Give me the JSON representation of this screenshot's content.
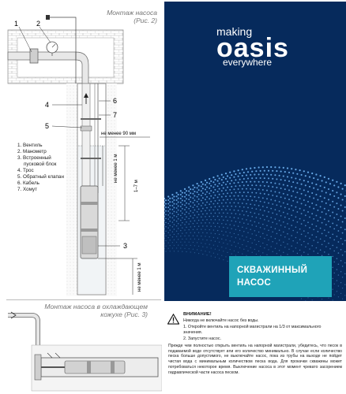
{
  "figure2": {
    "caption_line1": "Монтаж насоса",
    "caption_line2": "(Рис. 2)",
    "callouts": [
      "1",
      "2",
      "3",
      "4",
      "5",
      "6",
      "7"
    ],
    "dim_90": "не менее 90 мм",
    "dim_1m_inner": "не менее 1 м",
    "dim_1_7m": "1–7 м",
    "dim_1m_bottom": "не менее 1 м"
  },
  "legend": [
    "1. Вентиль",
    "2. Манометр",
    "3. Встроенный",
    "пусковой блок",
    "4. Трос",
    "5. Обратный клапан",
    "6. Кабель",
    "7. Хомут"
  ],
  "figure3": {
    "caption_line1": "Монтаж насоса в охлаждающем",
    "caption_line2": "кожухе (Рис. 3)"
  },
  "cover": {
    "brand_line1": "making",
    "brand_line2": "oasis",
    "brand_line3": "everywhere",
    "title_line1": "СКВАЖИННЫЙ",
    "title_line2": "НАСОС",
    "bg_color": "#062a5c",
    "accent_color": "#1fa3b8"
  },
  "warning": {
    "icon": "warning-triangle-icon",
    "title": "ВНИМАНИЕ!",
    "line1": "Никогда не включайте насос без воды.",
    "line2": "1. Откройте вентиль на напорной магистрали на 1/3 от максимального",
    "line3": "значения.",
    "line4": "2. Запустите насос.",
    "paragraph": "Прежде чем полностью открыть вентиль на напорной магистрали, убедитесь, что песок в подаваемой воде отсутствует или его количество минимально. В случае если количество песка больше допустимого, не выключайте насос, пока из трубы на выходе не пойдет чистая вода с минимальным количеством песка вода. Для прокачки скважины может потребоваться некоторое время. Выключение насоса в этот момент чревато засорением гидравлической части насоса песком."
  }
}
